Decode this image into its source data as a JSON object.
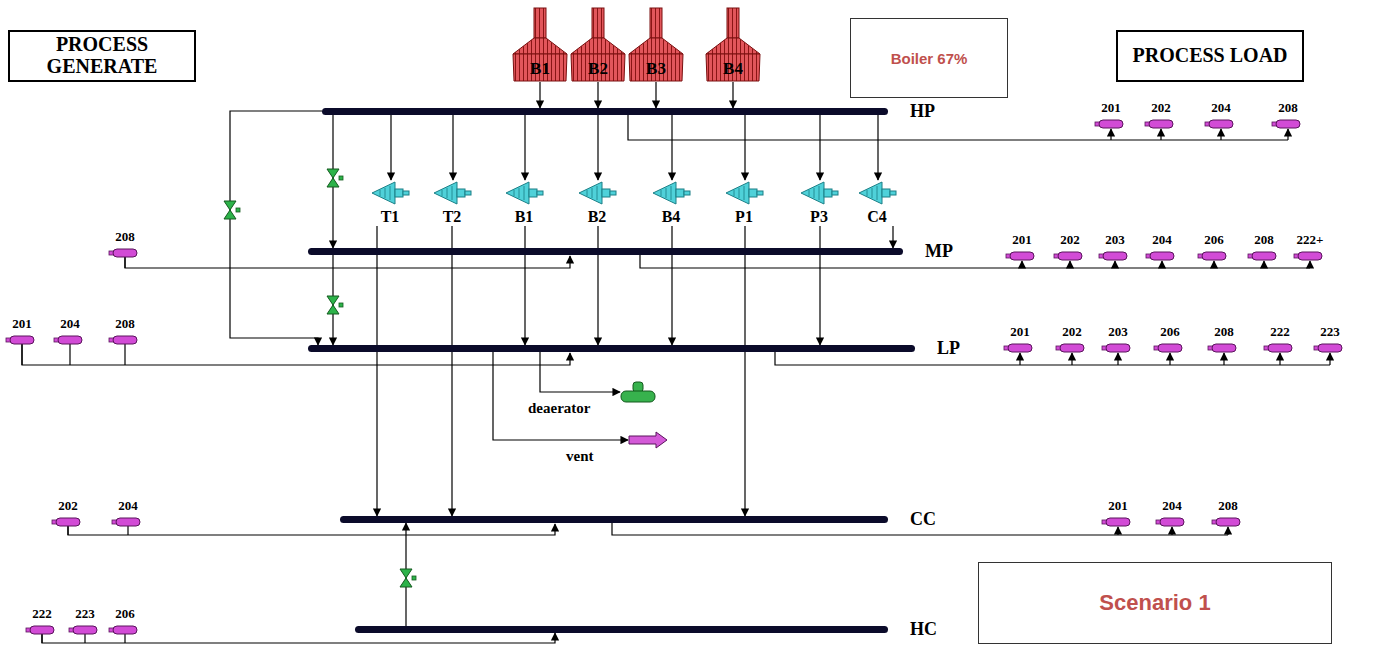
{
  "diagram": {
    "nodes": [
      {
        "text": [
          "PROCESS GENERATE"
        ]
      },
      {
        "text": [
          "B1"
        ]
      },
      {
        "text": [
          "B2"
        ]
      },
      {
        "text": [
          "B3"
        ]
      },
      {
        "text": [
          "B4"
        ]
      },
      {
        "text": [
          "Boiler 67%"
        ]
      },
      {
        "text": [
          "PROCESS LOAD"
        ]
      },
      {
        "text": [
          "HP"
        ]
      },
      {
        "text": [
          "T1"
        ]
      },
      {
        "text": [
          "T2"
        ]
      },
      {
        "text": [
          "B1"
        ]
      },
      {
        "text": [
          "B2"
        ]
      },
      {
        "text": [
          "B4"
        ]
      },
      {
        "text": [
          "P1"
        ]
      },
      {
        "text": [
          "P3"
        ]
      },
      {
        "text": [
          "C4"
        ]
      },
      {
        "text": [
          "MP"
        ]
      },
      {
        "text": [
          "LP"
        ]
      },
      {
        "text": [
          "deaerator"
        ]
      },
      {
        "text": [
          "vent"
        ]
      },
      {
        "text": [
          "CC"
        ]
      },
      {
        "text": [
          "HC"
        ]
      },
      {
        "text": [
          "Scenario 1"
        ]
      }
    ],
    "edges": [
      {
        "from": 1,
        "to": 7,
        "arrow": "to"
      },
      {
        "from": 2,
        "to": 7,
        "arrow": "to"
      },
      {
        "from": 3,
        "to": 7,
        "arrow": "to"
      },
      {
        "from": 4,
        "to": 7,
        "arrow": "to"
      },
      {
        "from": 7,
        "to": 8,
        "arrow": "to"
      },
      {
        "from": 7,
        "to": 9,
        "arrow": "to"
      },
      {
        "from": 7,
        "to": 10,
        "arrow": "to"
      },
      {
        "from": 7,
        "to": 11,
        "arrow": "to"
      },
      {
        "from": 7,
        "to": 12,
        "arrow": "to"
      },
      {
        "from": 7,
        "to": 13,
        "arrow": "to"
      },
      {
        "from": 7,
        "to": 14,
        "arrow": "to"
      },
      {
        "from": 7,
        "to": 15,
        "arrow": "to"
      },
      {
        "from": 8,
        "to": 20,
        "arrow": "to"
      },
      {
        "from": 9,
        "to": 20,
        "arrow": "to"
      },
      {
        "from": 10,
        "to": 17,
        "arrow": "to"
      },
      {
        "from": 11,
        "to": 17,
        "arrow": "to"
      },
      {
        "from": 12,
        "to": 17,
        "arrow": "to"
      },
      {
        "from": 13,
        "to": 20,
        "arrow": "to"
      },
      {
        "from": 14,
        "to": 17,
        "arrow": "to"
      },
      {
        "from": 15,
        "to": 16,
        "arrow": "to"
      },
      {
        "from": 7,
        "to": 16,
        "arrow": "to"
      },
      {
        "from": 7,
        "to": 17,
        "arrow": "to"
      },
      {
        "from": 16,
        "to": 17,
        "arrow": "to"
      },
      {
        "from": 17,
        "to": 18,
        "arrow": "to"
      },
      {
        "from": 17,
        "to": 19,
        "arrow": "to"
      },
      {
        "from": 21,
        "to": 20,
        "arrow": "to"
      }
    ],
    "labels": [
      "201",
      "202",
      "204",
      "208",
      "208",
      "201",
      "202",
      "203",
      "204",
      "206",
      "208",
      "222+",
      "201",
      "204",
      "208",
      "201",
      "202",
      "203",
      "206",
      "208",
      "222",
      "223",
      "202",
      "204",
      "201",
      "204",
      "208",
      "222",
      "223",
      "206"
    ]
  }
}
